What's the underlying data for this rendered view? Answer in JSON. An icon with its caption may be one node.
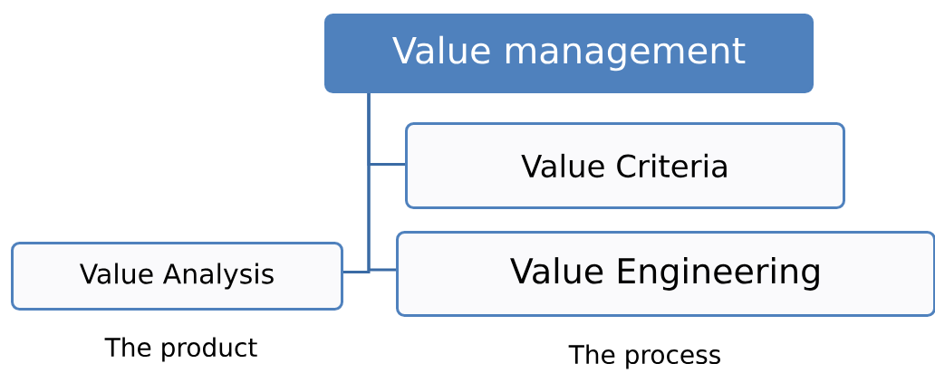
{
  "diagram": {
    "nodes": [
      {
        "text": [
          "Value management"
        ]
      },
      {
        "text": [
          "Value Criteria"
        ]
      },
      {
        "text": [
          "Value Engineering"
        ],
        "beside": [
          "The process"
        ]
      },
      {
        "text": [
          "Value Analysis"
        ],
        "beside": [
          "The product"
        ]
      }
    ],
    "edges": [
      {
        "from": 0,
        "to": 1,
        "arrow": "none"
      },
      {
        "from": 0,
        "to": 2,
        "arrow": "none"
      },
      {
        "from": 3,
        "to": 0,
        "arrow": "none"
      }
    ]
  }
}
